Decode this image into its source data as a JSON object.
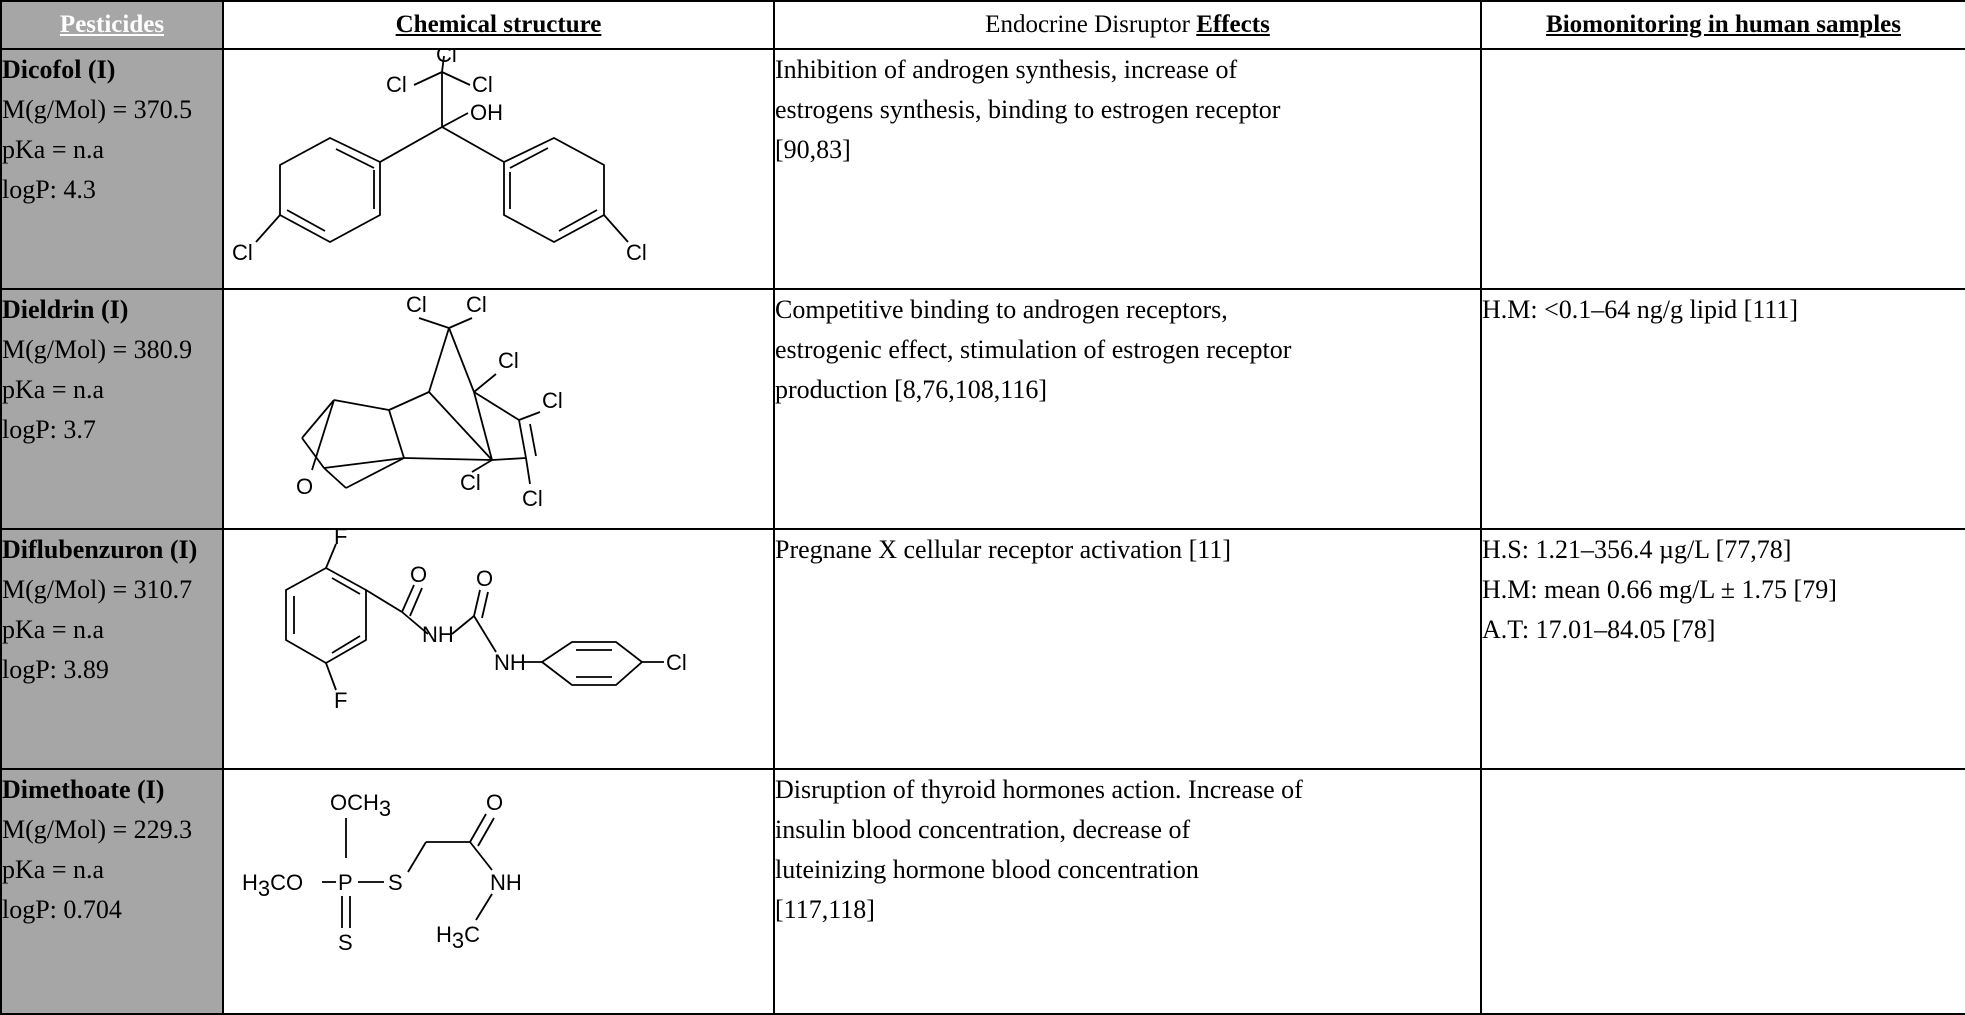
{
  "header": {
    "col1": "Pesticides",
    "col2": "Chemical structure",
    "col3_plain": "Endocrine Disruptor ",
    "col3_bold": "Effects",
    "col4": "Biomonitoring in human samples"
  },
  "rows": [
    {
      "name": "Dicofol (I)",
      "mass": "M(g/Mol) = 370.5",
      "pka": "pKa = n.a",
      "logp": "logP: 4.3",
      "effects": [
        "Inhibition of androgen synthesis, increase of",
        "estrogens synthesis, binding to estrogen receptor",
        "[90,83]"
      ],
      "bio": [],
      "atoms": {
        "cl_top": "Cl",
        "cl_left": "Cl",
        "cl_right": "Cl",
        "oh": "OH",
        "cl_ring1": "Cl",
        "cl_ring2": "Cl"
      }
    },
    {
      "name": "Dieldrin (I)",
      "mass": "M(g/Mol) = 380.9",
      "pka": "pKa = n.a",
      "logp": "logP: 3.7",
      "effects": [
        "Competitive binding to androgen receptors,",
        "estrogenic effect, stimulation of estrogen receptor",
        "production [8,76,108,116]"
      ],
      "bio": [
        "H.M: <0.1–64 ng/g lipid [111]"
      ],
      "atoms": {
        "cl1": "Cl",
        "cl2": "Cl",
        "cl3": "Cl",
        "cl4": "Cl",
        "cl5": "Cl",
        "cl6": "Cl",
        "o": "O"
      }
    },
    {
      "name": "Diflubenzuron (I)",
      "mass": "M(g/Mol) = 310.7",
      "pka": "pKa = n.a",
      "logp": "logP: 3.89",
      "effects": [
        "Pregnane X cellular receptor activation [11]"
      ],
      "bio": [
        "H.S: 1.21–356.4 µg/L [77,78]",
        "H.M: mean 0.66 mg/L ± 1.75 [79]",
        "A.T: 17.01–84.05 [78]"
      ],
      "atoms": {
        "f1": "F",
        "f2": "F",
        "o1": "O",
        "o2": "O",
        "nh1": "NH",
        "nh2": "NH",
        "cl": "Cl"
      }
    },
    {
      "name": "Dimethoate (I)",
      "mass": "M(g/Mol) = 229.3",
      "pka": "pKa = n.a",
      "logp": "logP: 0.704",
      "effects": [
        "Disruption of thyroid hormones action. Increase of",
        "insulin blood concentration, decrease of",
        "luteinizing hormone blood concentration",
        "[117,118]"
      ],
      "bio": [],
      "atoms": {
        "och3": "OCH",
        "h3co": "H",
        "co": "CO",
        "p": "P",
        "s1": "S",
        "s2": "S",
        "o": "O",
        "nh": "NH",
        "h3c": "H",
        "c": "C",
        "sub3": "3"
      }
    }
  ]
}
